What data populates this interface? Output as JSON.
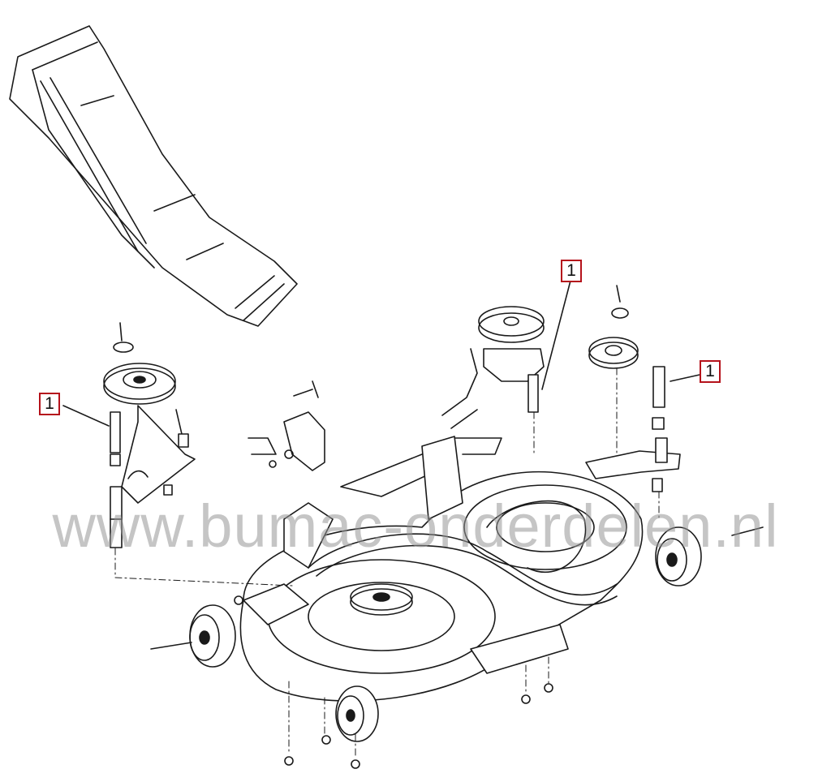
{
  "callouts": {
    "left": "1",
    "top_center": "1",
    "right": "1"
  },
  "watermark": "www.bumac-onderdelen.nl",
  "colors": {
    "line": "#1a1a1a",
    "callout_border": "#b5121b",
    "watermark": "#969696"
  }
}
